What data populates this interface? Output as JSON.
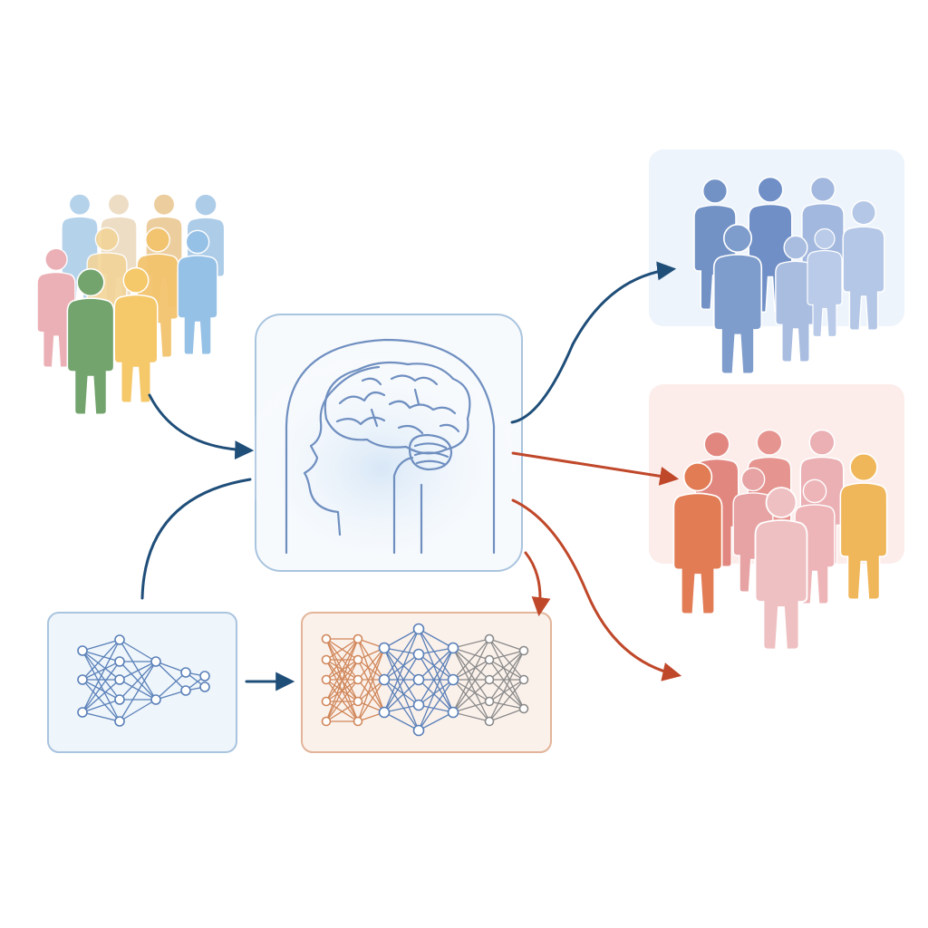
{
  "colors": {
    "background": "#ffffff",
    "accent_blue": "#1f4e79",
    "accent_red": "#c0482a",
    "panel_stroke_blue": "#a9c4de",
    "panel_stroke_orange": "#e2b49a",
    "panel_fill_blue": "#eef5fb",
    "panel_fill_orange": "#fbf1eb",
    "group_blue_fill": "#e9f1fa",
    "group_red_fill": "#fbe9e6",
    "brain_line": "#6f8fc0",
    "brain_glow": "#dce9f6",
    "net_blue": "#5a80b8",
    "net_orange": "#d0875a",
    "net_gray": "#8a8a8a",
    "people_mixed": [
      "#e7a9b0",
      "#9cbfe0",
      "#f0c98a",
      "#6fa06a",
      "#f2c46a",
      "#93bfe3",
      "#d8c09a"
    ],
    "people_blue": [
      "#6f8fc6",
      "#8ba6d2",
      "#a9bde0",
      "#b9cbe8"
    ],
    "people_red": [
      "#e07a5a",
      "#e5948f",
      "#eab0b4",
      "#f0b65a"
    ]
  },
  "icons": {
    "input_crowd": "people-group-icon",
    "brain": "brain-head-icon",
    "base_network": "neural-network-icon",
    "combined_network": "neural-network-ensemble-icon",
    "output_blue": "people-group-icon",
    "output_red": "people-group-icon",
    "arrow": "arrow-icon"
  },
  "nodes": [
    {
      "id": "input-crowd",
      "kind": "people-group",
      "palette": "people_mixed"
    },
    {
      "id": "brain-model",
      "kind": "brain-head"
    },
    {
      "id": "base-network",
      "kind": "neural-network"
    },
    {
      "id": "combined-network",
      "kind": "neural-network-ensemble"
    },
    {
      "id": "output-blue-group",
      "kind": "people-group",
      "palette": "people_blue"
    },
    {
      "id": "output-red-group",
      "kind": "people-group",
      "palette": "people_red"
    }
  ],
  "edges": [
    {
      "from": "input-crowd",
      "to": "brain-model",
      "color": "accent_blue"
    },
    {
      "from": "base-network",
      "to": "brain-model",
      "color": "accent_blue"
    },
    {
      "from": "base-network",
      "to": "combined-network",
      "color": "accent_blue"
    },
    {
      "from": "brain-model",
      "to": "output-blue-group",
      "color": "accent_blue"
    },
    {
      "from": "brain-model",
      "to": "output-red-group",
      "color": "accent_red"
    },
    {
      "from": "brain-model",
      "to": "combined-network",
      "color": "accent_red"
    },
    {
      "from": "brain-model",
      "to": "empty-output",
      "color": "accent_red"
    }
  ]
}
